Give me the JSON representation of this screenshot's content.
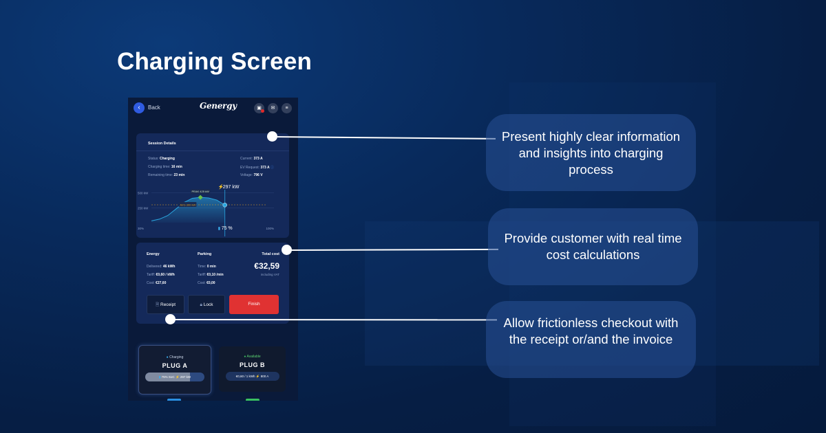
{
  "page": {
    "title": "Charging Screen"
  },
  "app": {
    "back_label": "Back",
    "logo": "Genergy",
    "session": {
      "title": "Session Details",
      "status_label": "Status:",
      "status_value": "Charging",
      "charging_time_label": "Charging time:",
      "charging_time_value": "16 min",
      "remaining_label": "Remaining time:",
      "remaining_value": "23 min",
      "current_label": "Current:",
      "current_value": "373 A",
      "ev_request_label": "EV Request:",
      "ev_request_value": "373 A",
      "voltage_label": "Voltage:",
      "voltage_value": "796 V"
    },
    "cost": {
      "energy_title": "Energy",
      "delivered_label": "Delivered:",
      "delivered_value": "46 kWh",
      "tariff_label": "Tariff:",
      "tariff_value": "€0,60 / kWh",
      "cost_label": "Cost:",
      "cost_value": "€27,60",
      "parking_title": "Parking",
      "p_time_label": "Time:",
      "p_time_value": "0 min",
      "p_tariff_label": "Tariff:",
      "p_tariff_value": "€0,10 /min",
      "p_cost_label": "Cost:",
      "p_cost_value": "€0,00",
      "total_label": "Total cost",
      "total_value": "€32,59",
      "incl_vat": "including VAT",
      "receipt_label": "Receipt",
      "lock_label": "Lock",
      "finish_label": "Finish"
    },
    "plugs": [
      {
        "status": "Charging",
        "name": "PLUG A",
        "soc": "75% SoC",
        "power": "297 kW",
        "fill": 0.75
      },
      {
        "status": "Available",
        "name": "PLUG B",
        "tariff": "€0,60 / 1 kWh",
        "current": "800 A"
      }
    ]
  },
  "chart_data": {
    "type": "area",
    "y_ticks": [
      "500 kW",
      "250 kW"
    ],
    "x_ticks": [
      "30%",
      "100%"
    ],
    "peak_label": "PEAK 425 kW",
    "avg_label": "AVG 300 kW",
    "current_power": "297 kW",
    "current_soc": "75 %",
    "x": [
      30,
      35,
      40,
      45,
      50,
      55,
      60,
      65,
      70,
      75
    ],
    "y": [
      30,
      60,
      120,
      230,
      340,
      410,
      425,
      415,
      380,
      297
    ],
    "xlim": [
      30,
      100
    ],
    "ylim": [
      0,
      600
    ],
    "avg": 300,
    "peak_x": 60,
    "current_x": 75
  },
  "callouts": [
    "Present highly clear information and insights into charging process",
    "Provide customer with real time cost calculations",
    "Allow frictionless checkout with the receipt or/and the invoice"
  ],
  "colors": {
    "accent": "#2f5be0",
    "finish": "#e03232",
    "chart": "#2aa7e0",
    "peak": "#6cc04a",
    "avg": "#e0a020"
  },
  "icons": [
    "chevron-left-icon",
    "bag-icon",
    "mail-icon",
    "menu-icon",
    "bolt-icon",
    "info-icon",
    "receipt-icon",
    "lock-icon",
    "battery-icon",
    "status-dot-icon"
  ]
}
